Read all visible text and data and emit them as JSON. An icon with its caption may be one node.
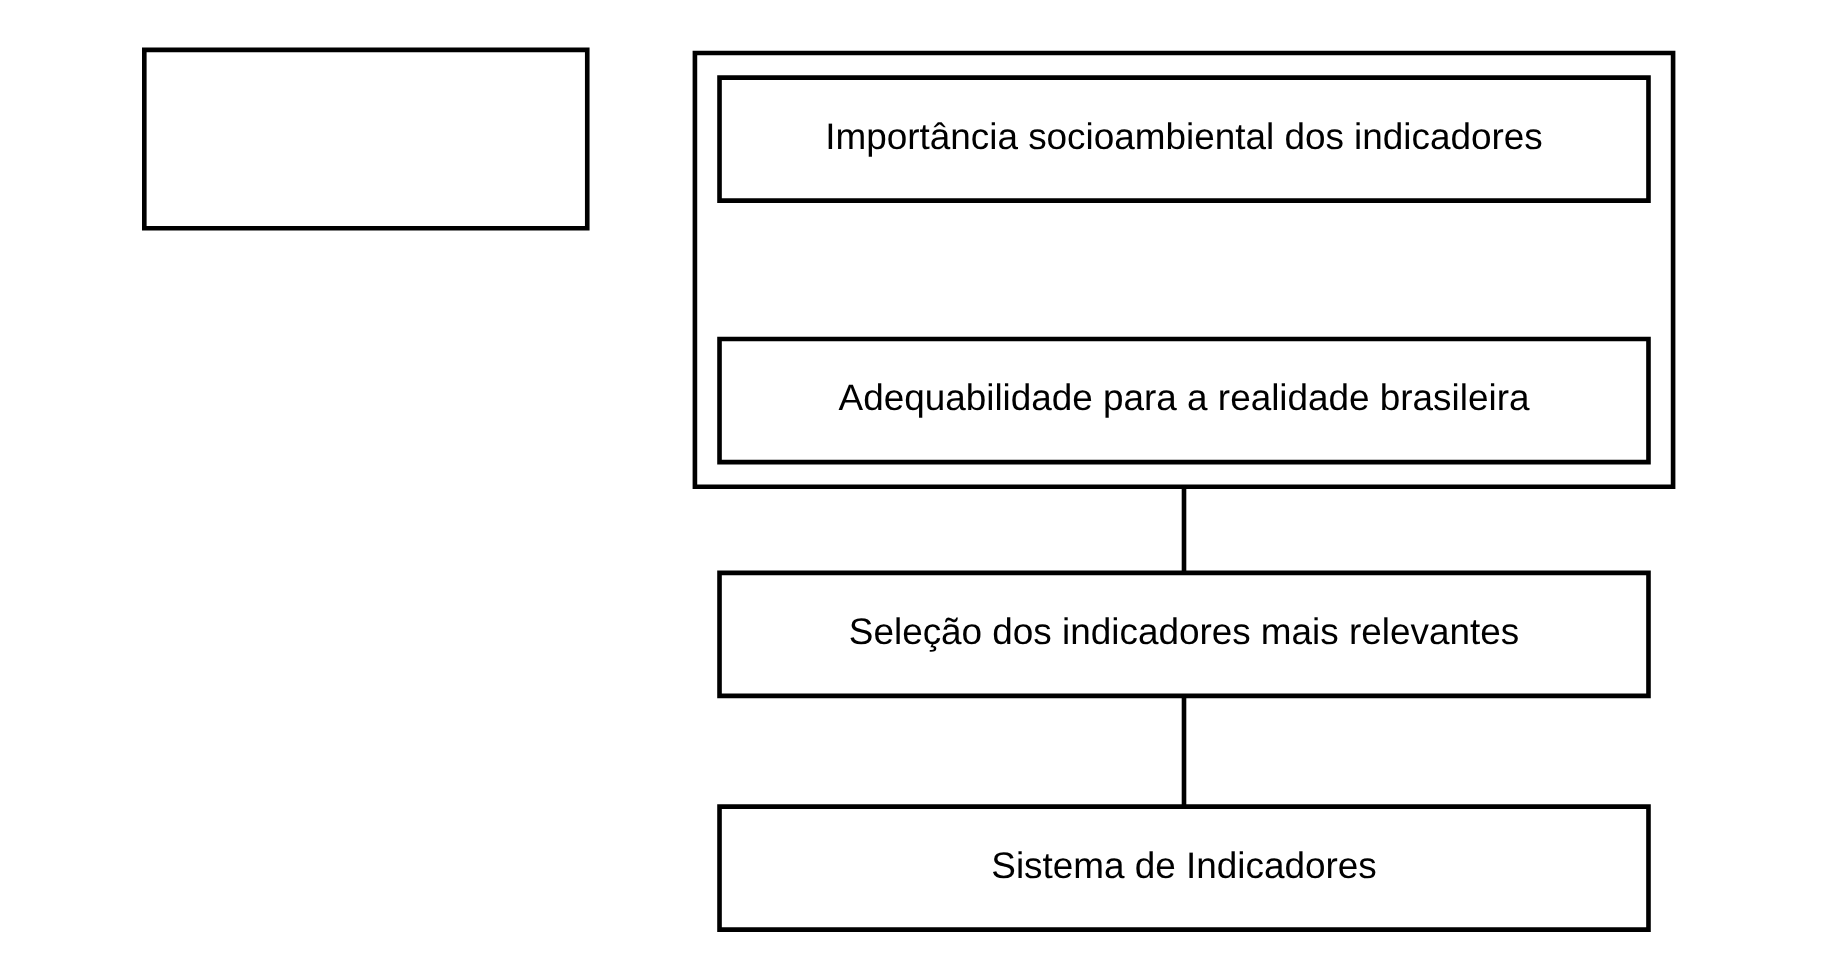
{
  "diagram": {
    "nodes": [
      {
        "text": [],
        "shape": "box"
      },
      {
        "text": [],
        "shape": "box"
      },
      {
        "text": [
          "Importância socioambiental dos indicadores"
        ],
        "in": 1
      },
      {
        "text": [
          "Adequabilidade para a realidade brasileira"
        ],
        "in": 1
      },
      {
        "text": [
          "Seleção dos indicadores mais relevantes"
        ]
      },
      {
        "text": [
          "Sistema de Indicadores"
        ]
      }
    ],
    "edges": [
      {
        "from": 1,
        "to": 4,
        "arrow": "none"
      },
      {
        "from": 4,
        "to": 5,
        "arrow": "none"
      }
    ]
  }
}
